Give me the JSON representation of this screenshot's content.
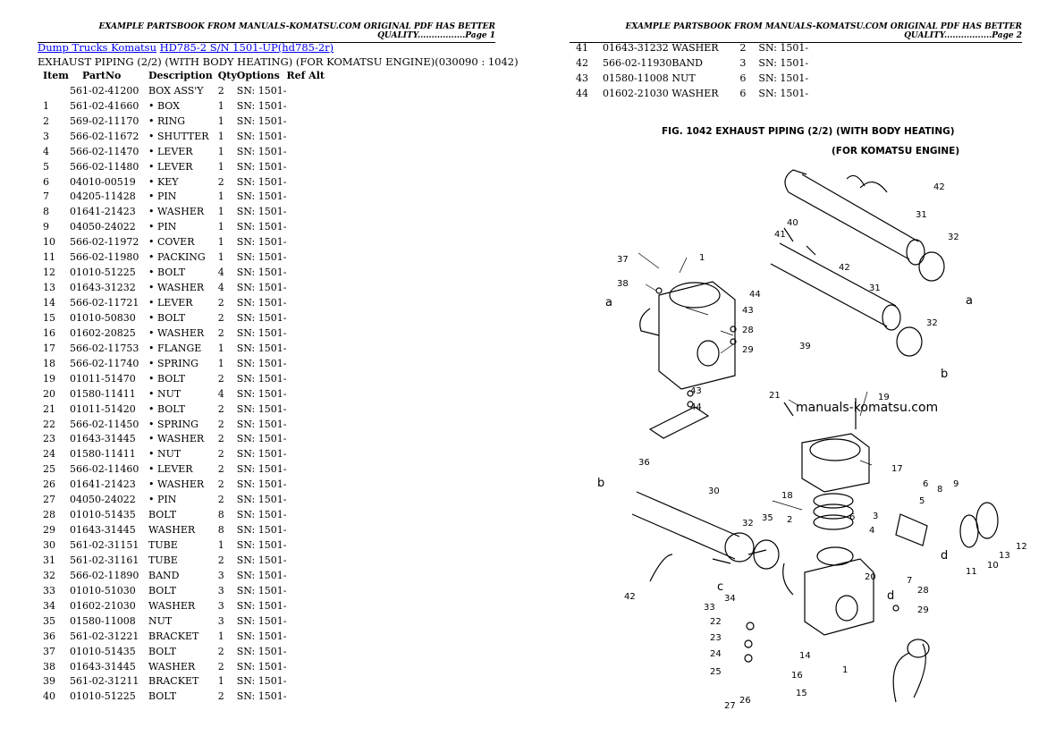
{
  "header": {
    "left_text": "EXAMPLE PARTSBOOK FROM MANUALS-KOMATSU.COM ORIGINAL PDF HAS BETTER QUALITY.................Page 1",
    "right_text": "EXAMPLE PARTSBOOK FROM MANUALS-KOMATSU.COM ORIGINAL PDF HAS BETTER QUALITY.................Page 2"
  },
  "breadcrumb": {
    "link1": "Dump Trucks Komatsu",
    "link2": "HD785-2 S/N 1501-UP(hd785-2r)"
  },
  "subtitle": "EXHAUST PIPING (2/2) (WITH BODY HEATING) (FOR KOMATSU ENGINE)(030090 : 1042)",
  "columns": [
    "Item",
    "PartNo",
    "Description",
    "Qty",
    "Options",
    "Ref Alt"
  ],
  "rows_left": [
    [
      "",
      "561-02-41200",
      "BOX ASS'Y",
      "2",
      "SN: 1501-",
      ""
    ],
    [
      "1",
      "561-02-41660",
      "• BOX",
      "1",
      "SN: 1501-",
      ""
    ],
    [
      "2",
      "569-02-11170",
      "• RING",
      "1",
      "SN: 1501-",
      ""
    ],
    [
      "3",
      "566-02-11672",
      "• SHUTTER",
      "1",
      "SN: 1501-",
      ""
    ],
    [
      "4",
      "566-02-11470",
      "• LEVER",
      "1",
      "SN: 1501-",
      ""
    ],
    [
      "5",
      "566-02-11480",
      "• LEVER",
      "1",
      "SN: 1501-",
      ""
    ],
    [
      "6",
      "04010-00519",
      "• KEY",
      "2",
      "SN: 1501-",
      ""
    ],
    [
      "7",
      "04205-11428",
      "• PIN",
      "1",
      "SN: 1501-",
      ""
    ],
    [
      "8",
      "01641-21423",
      "• WASHER",
      "1",
      "SN: 1501-",
      ""
    ],
    [
      "9",
      "04050-24022",
      "• PIN",
      "1",
      "SN: 1501-",
      ""
    ],
    [
      "10",
      "566-02-11972",
      "• COVER",
      "1",
      "SN: 1501-",
      ""
    ],
    [
      "11",
      "566-02-11980",
      "• PACKING",
      "1",
      "SN: 1501-",
      ""
    ],
    [
      "12",
      "01010-51225",
      "• BOLT",
      "4",
      "SN: 1501-",
      ""
    ],
    [
      "13",
      "01643-31232",
      "• WASHER",
      "4",
      "SN: 1501-",
      ""
    ],
    [
      "14",
      "566-02-11721",
      "• LEVER",
      "2",
      "SN: 1501-",
      ""
    ],
    [
      "15",
      "01010-50830",
      "• BOLT",
      "2",
      "SN: 1501-",
      ""
    ],
    [
      "16",
      "01602-20825",
      "• WASHER",
      "2",
      "SN: 1501-",
      ""
    ],
    [
      "17",
      "566-02-11753",
      "• FLANGE",
      "1",
      "SN: 1501-",
      ""
    ],
    [
      "18",
      "566-02-11740",
      "• SPRING",
      "1",
      "SN: 1501-",
      ""
    ],
    [
      "19",
      "01011-51470",
      "• BOLT",
      "2",
      "SN: 1501-",
      ""
    ],
    [
      "20",
      "01580-11411",
      "• NUT",
      "4",
      "SN: 1501-",
      ""
    ],
    [
      "21",
      "01011-51420",
      "• BOLT",
      "2",
      "SN: 1501-",
      ""
    ],
    [
      "22",
      "566-02-11450",
      "• SPRING",
      "2",
      "SN: 1501-",
      ""
    ],
    [
      "23",
      "01643-31445",
      "• WASHER",
      "2",
      "SN: 1501-",
      ""
    ],
    [
      "24",
      "01580-11411",
      "• NUT",
      "2",
      "SN: 1501-",
      ""
    ],
    [
      "25",
      "566-02-11460",
      "• LEVER",
      "2",
      "SN: 1501-",
      ""
    ],
    [
      "26",
      "01641-21423",
      "• WASHER",
      "2",
      "SN: 1501-",
      ""
    ],
    [
      "27",
      "04050-24022",
      "• PIN",
      "2",
      "SN: 1501-",
      ""
    ],
    [
      "28",
      "01010-51435",
      "BOLT",
      "8",
      "SN: 1501-",
      ""
    ],
    [
      "29",
      "01643-31445",
      "WASHER",
      "8",
      "SN: 1501-",
      ""
    ],
    [
      "30",
      "561-02-31151",
      "TUBE",
      "1",
      "SN: 1501-",
      ""
    ],
    [
      "31",
      "561-02-31161",
      "TUBE",
      "2",
      "SN: 1501-",
      ""
    ],
    [
      "32",
      "566-02-11890",
      "BAND",
      "3",
      "SN: 1501-",
      ""
    ],
    [
      "33",
      "01010-51030",
      "BOLT",
      "3",
      "SN: 1501-",
      ""
    ],
    [
      "34",
      "01602-21030",
      "WASHER",
      "3",
      "SN: 1501-",
      ""
    ],
    [
      "35",
      "01580-11008",
      "NUT",
      "3",
      "SN: 1501-",
      ""
    ],
    [
      "36",
      "561-02-31221",
      "BRACKET",
      "1",
      "SN: 1501-",
      ""
    ],
    [
      "37",
      "01010-51435",
      "BOLT",
      "2",
      "SN: 1501-",
      ""
    ],
    [
      "38",
      "01643-31445",
      "WASHER",
      "2",
      "SN: 1501-",
      ""
    ],
    [
      "39",
      "561-02-31211",
      "BRACKET",
      "1",
      "SN: 1501-",
      ""
    ],
    [
      "40",
      "01010-51225",
      "BOLT",
      "2",
      "SN: 1501-",
      ""
    ]
  ],
  "rows_right": [
    [
      "41",
      "01643-31232",
      "WASHER",
      "2",
      "SN: 1501-",
      ""
    ],
    [
      "42",
      "566-02-11930",
      "BAND",
      "3",
      "SN: 1501-",
      ""
    ],
    [
      "43",
      "01580-11008",
      "NUT",
      "6",
      "SN: 1501-",
      ""
    ],
    [
      "44",
      "01602-21030",
      "WASHER",
      "6",
      "SN: 1501-",
      ""
    ]
  ],
  "diagram": {
    "fig_line1": "FIG. 1042  EXHAUST PIPING (2/2) (WITH BODY HEATING)",
    "fig_line2": "(FOR KOMATSU ENGINE)",
    "watermark": "manuals-komatsu.com"
  }
}
